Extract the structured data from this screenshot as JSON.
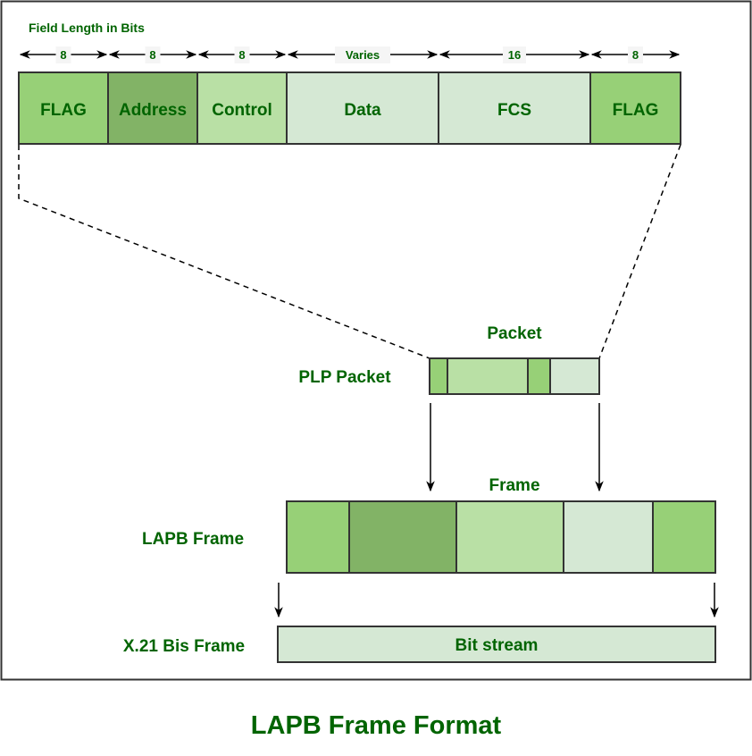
{
  "title": "LAPB Frame Format",
  "field_length_label": "Field Length in Bits",
  "colors": {
    "text": "#006400",
    "flag": "#97d077",
    "address": "#82b366",
    "control": "#b9e0a5",
    "data": "#d5e8d4",
    "fcs": "#d5e8d4",
    "border": "#333333"
  },
  "fields": [
    {
      "name": "FLAG",
      "bits": "8",
      "color_key": "flag"
    },
    {
      "name": "Address",
      "bits": "8",
      "color_key": "address"
    },
    {
      "name": "Control",
      "bits": "8",
      "color_key": "control"
    },
    {
      "name": "Data",
      "bits": "Varies",
      "color_key": "data"
    },
    {
      "name": "FCS",
      "bits": "16",
      "color_key": "fcs"
    },
    {
      "name": "FLAG",
      "bits": "8",
      "color_key": "flag"
    }
  ],
  "plp": {
    "label": "PLP Packet",
    "caption": "Packet",
    "segments": [
      "flag",
      "control",
      "flag",
      "data"
    ]
  },
  "lapb": {
    "label": "LAPB Frame",
    "caption": "Frame",
    "segments": [
      "flag",
      "address",
      "control",
      "data",
      "flag"
    ]
  },
  "x21": {
    "label": "X.21 Bis Frame",
    "content": "Bit stream"
  }
}
